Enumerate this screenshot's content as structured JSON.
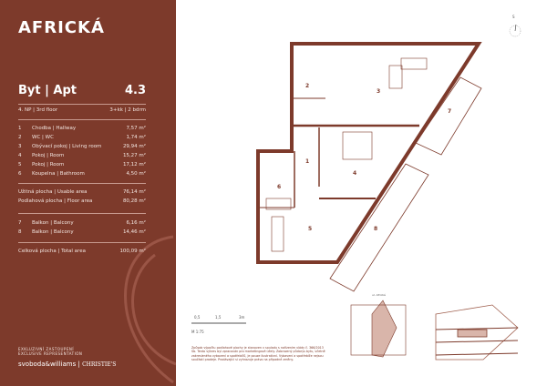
{
  "brand": "AFRICKÁ",
  "apartment": {
    "label": "Byt | Apt",
    "number": "4.3",
    "floor": "4. NP | 3rd floor",
    "layout": "3+kk | 2 bdrm"
  },
  "rooms": [
    {
      "n": "1",
      "name": "Chodba | Hallway",
      "area": "7,57 m²"
    },
    {
      "n": "2",
      "name": "WC | WC",
      "area": "1,74 m²"
    },
    {
      "n": "3",
      "name": "Obývací pokoj | Living room",
      "area": "29,94 m²"
    },
    {
      "n": "4",
      "name": "Pokoj | Room",
      "area": "15,27 m²"
    },
    {
      "n": "5",
      "name": "Pokoj | Room",
      "area": "17,12 m²"
    },
    {
      "n": "6",
      "name": "Koupelna | Bathroom",
      "area": "4,50 m²"
    }
  ],
  "totals": [
    {
      "name": "Užitná plocha | Usable area",
      "area": "76,14 m²"
    },
    {
      "name": "Podlahová plocha | Floor area",
      "area": "80,28 m²"
    }
  ],
  "balconies": [
    {
      "n": "7",
      "name": "Balkon | Balcony",
      "area": "6,16 m²"
    },
    {
      "n": "8",
      "name": "Balkon | Balcony",
      "area": "14,46 m²"
    }
  ],
  "total": {
    "name": "Celková plocha | Total area",
    "area": "100,09 m²"
  },
  "representation": [
    "EXKLUZIVNÍ ZASTOUPENÍ",
    "EXCLUSIVE REPRESENTATION"
  ],
  "logos": {
    "agency": "svoboda&williams",
    "partner": "CHRISTIE'S"
  },
  "compass": "S",
  "scale": {
    "ticks": [
      "0,5",
      "1,5",
      "3m"
    ],
    "ratio": "M 1:75"
  },
  "street": "ul. Africká",
  "disclaimer": "Způsob výpočtu podlahové plochy je stanoven v souladu s nařízením vlády č. 366/2013 Sb. Tento výkres byl zpracován pro marketingové účely. Zobrazený půdorys bytu, včetně zakresleného vybavení a spotřebičů, je pouze ilustrativní. Vybavení a spotřebiče nejsou součástí prodeje. Prodávající si vyhrazuje právo na případné změny.",
  "colors": {
    "brand": "#7d3a2b",
    "highlight": "#d9b5aa"
  }
}
